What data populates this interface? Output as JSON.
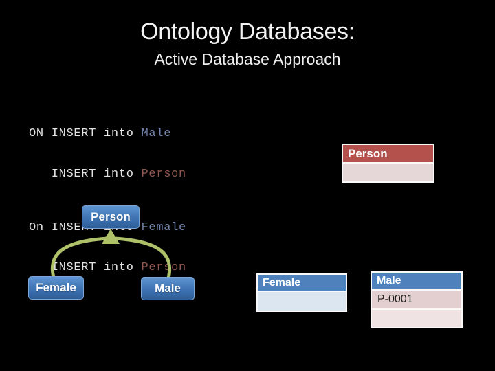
{
  "slide": {
    "title": "Ontology Databases:",
    "subtitle": "Active Database Approach"
  },
  "code": {
    "lines": [
      {
        "pre": "ON INSERT into ",
        "target": "Male"
      },
      {
        "pre": "   INSERT into ",
        "target": "Person"
      },
      {
        "pre": "On INSERT into ",
        "target": "Female"
      },
      {
        "pre": "   INSERT into ",
        "target": "Person"
      }
    ]
  },
  "diagram": {
    "parent": "Person",
    "child_left": "Female",
    "child_right": "Male"
  },
  "tables": {
    "person": {
      "header": "Person",
      "rows": [
        ""
      ]
    },
    "female": {
      "header": "Female",
      "rows": [
        ""
      ]
    },
    "male": {
      "header": "Male",
      "rows": [
        "P-0001",
        ""
      ]
    }
  },
  "colors": {
    "accent_blue": "#4f81bd",
    "header_red": "#b5514d",
    "arrow_green": "#aec169",
    "code_class_blue": "#7081ab",
    "code_class_red": "#92584f",
    "row_pink": "#e3cfcf",
    "row_pink_light": "#f0e3e3",
    "row_blue_light": "#dce6f1",
    "person_row_pink": "#e5d7d7"
  }
}
